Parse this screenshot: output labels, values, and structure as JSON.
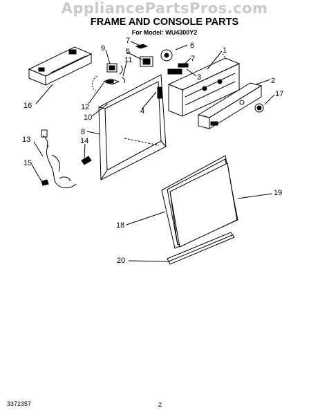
{
  "watermark": "AppliancePartsPros.com",
  "title": "FRAME AND CONSOLE PARTS",
  "model_line": "For Model: WU4300Y2",
  "footer": {
    "code": "3372357",
    "page": "2"
  },
  "parts": {
    "p1": "1",
    "p2": "2",
    "p3": "3",
    "p4": "4",
    "p5": "5",
    "p6": "6",
    "p7a": "7",
    "p7b": "7",
    "p8": "8",
    "p9": "9",
    "p10": "10",
    "p11": "11",
    "p12": "12",
    "p13": "13",
    "p14": "14",
    "p15": "15",
    "p16": "16",
    "p17": "17",
    "p18": "18",
    "p19": "19",
    "p20": "20"
  }
}
